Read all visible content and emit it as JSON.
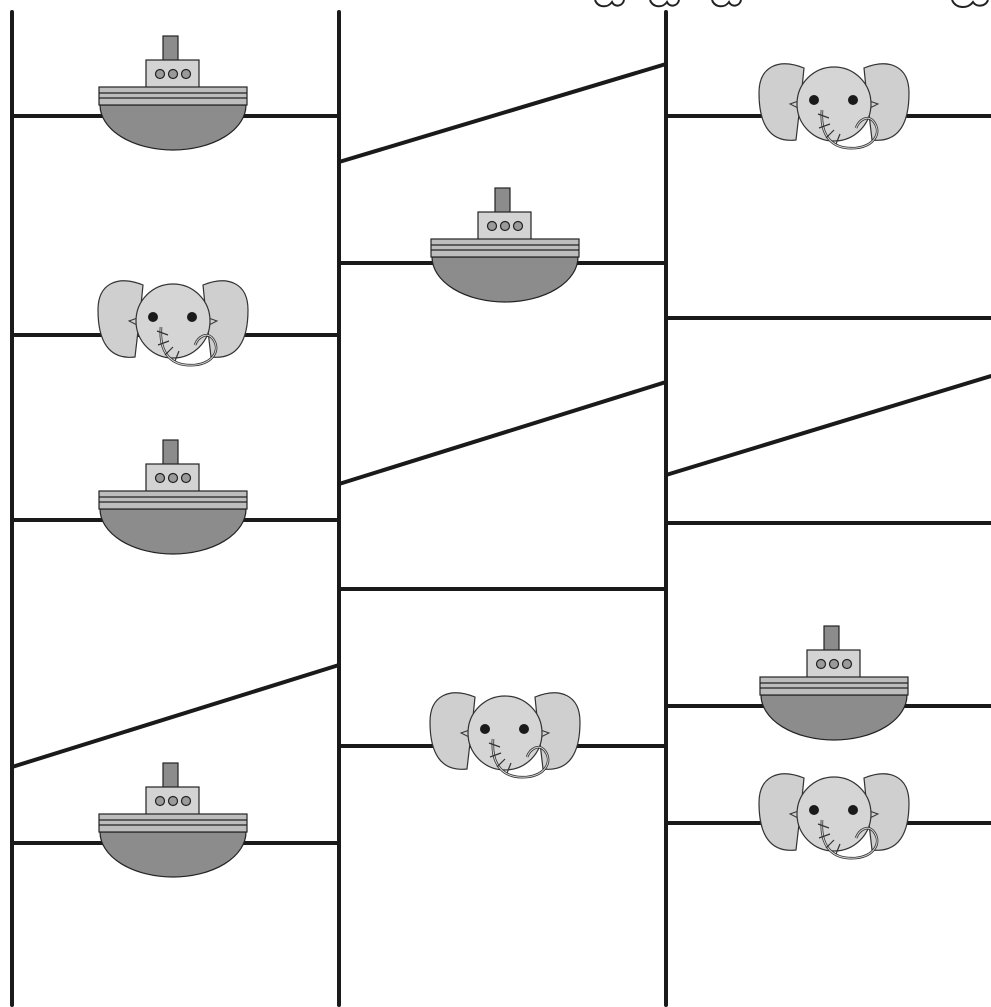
{
  "game": {
    "kind": "ladder-puzzle",
    "colors": {
      "line": "#1a1a1a",
      "background": "#ffffff",
      "hull": "#8c8c8c",
      "cabin": "#d3d3d3",
      "funnel": "#8c8c8c",
      "porthole": "#9a9a9a",
      "elephant_face": "#d5d5d5",
      "elephant_ear": "#cfcfcf",
      "elephant_outline": "#333333"
    },
    "columns": [
      {
        "id": "col-1",
        "pieces": [
          {
            "type": "ship",
            "icon": "ship-icon"
          },
          {
            "type": "elephant",
            "icon": "elephant-icon"
          },
          {
            "type": "ship",
            "icon": "ship-icon"
          },
          {
            "type": "ship",
            "icon": "ship-icon"
          }
        ]
      },
      {
        "id": "col-2",
        "pieces": [
          {
            "type": "ship",
            "icon": "ship-icon"
          },
          {
            "type": "elephant",
            "icon": "elephant-icon"
          }
        ]
      },
      {
        "id": "col-3",
        "pieces": [
          {
            "type": "elephant",
            "icon": "elephant-icon"
          },
          {
            "type": "ship",
            "icon": "ship-icon"
          },
          {
            "type": "elephant",
            "icon": "elephant-icon"
          }
        ]
      }
    ]
  }
}
